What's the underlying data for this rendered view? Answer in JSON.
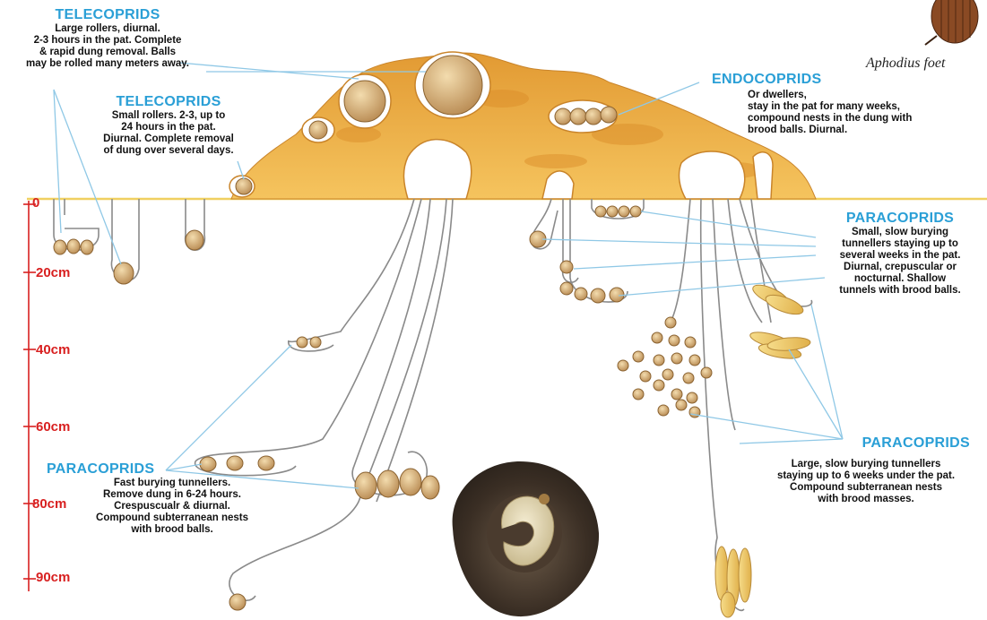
{
  "colors": {
    "pat_fill": "#e8a23a",
    "pat_light": "#f4c260",
    "ground_line": "#f0d060",
    "tunnel": "#8a8a8a",
    "ball": "#d7b27a",
    "pointer": "#8fc8e6",
    "heading": "#2a9fd6",
    "depth_scale": "#d82020"
  },
  "labels": {
    "telecoprids_large": {
      "heading": "TELECOPRIDS",
      "lines": [
        "Large rollers, diurnal.",
        "2-3 hours in the pat. Complete",
        "& rapid dung removal. Balls",
        "may be rolled many meters away."
      ]
    },
    "telecoprids_small": {
      "heading": "TELECOPRIDS",
      "lines": [
        "Small rollers. 2-3, up to",
        "24 hours in the pat.",
        "Diurnal. Complete removal",
        "of dung over several days."
      ]
    },
    "endocoprids": {
      "heading": "ENDOCOPRIDS",
      "lines": [
        "Or dwellers,",
        "stay in the pat for many weeks,",
        "compound nests in the dung with",
        "brood balls.  Diurnal."
      ]
    },
    "paracoprids_small": {
      "heading": "PARACOPRIDS",
      "lines": [
        "Small, slow burying",
        "tunnellers staying up to",
        "several weeks in the pat.",
        "Diurnal, crepuscular or",
        "nocturnal. Shallow",
        "tunnels with brood balls."
      ]
    },
    "paracoprids_large": {
      "heading": "PARACOPRIDS",
      "lines": [
        "Large, slow burying tunnellers",
        "staying up to 6 weeks under the pat.",
        "Compound subterranean nests",
        "with brood masses."
      ]
    },
    "paracoprids_fast": {
      "heading": "PARACOPRIDS",
      "lines": [
        "Fast burying tunnellers.",
        "Remove dung in 6-24 hours.",
        "Crespuscualr & diurnal.",
        "Compound subterranean nests",
        "with brood balls."
      ]
    }
  },
  "species_caption": "Aphodius foet",
  "depth_scale": [
    "0",
    "20cm",
    "40cm",
    "60cm",
    "80cm",
    "90cm"
  ]
}
